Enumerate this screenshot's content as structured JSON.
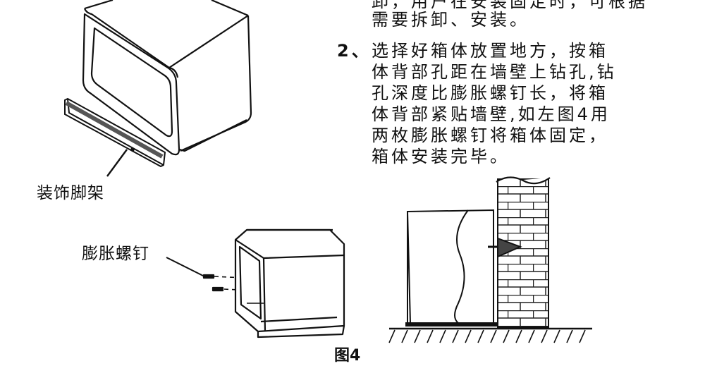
{
  "instructions": {
    "continued_lines": [
      "卸，用户在安装固定时，可根据",
      "需要拆卸、安装。"
    ],
    "step2": {
      "number": "2、",
      "lines": [
        "选择好箱体放置地方，按箱",
        "体背部孔距在墙壁上钻孔,钻",
        "孔深度比膨胀螺钉长，将箱",
        "体背部紧贴墙壁,如左图4用",
        "两枚膨胀螺钉将箱体固定，",
        "箱体安装完毕。"
      ]
    }
  },
  "labels": {
    "decorative_foot_stand": "装饰脚架",
    "expansion_screw": "膨胀螺钉"
  },
  "figure_caption": "图4",
  "icons": [
    "cabinet-top-drawing",
    "foot-stand-drawing",
    "cabinet-with-screws-drawing",
    "wall-mount-drawing"
  ]
}
